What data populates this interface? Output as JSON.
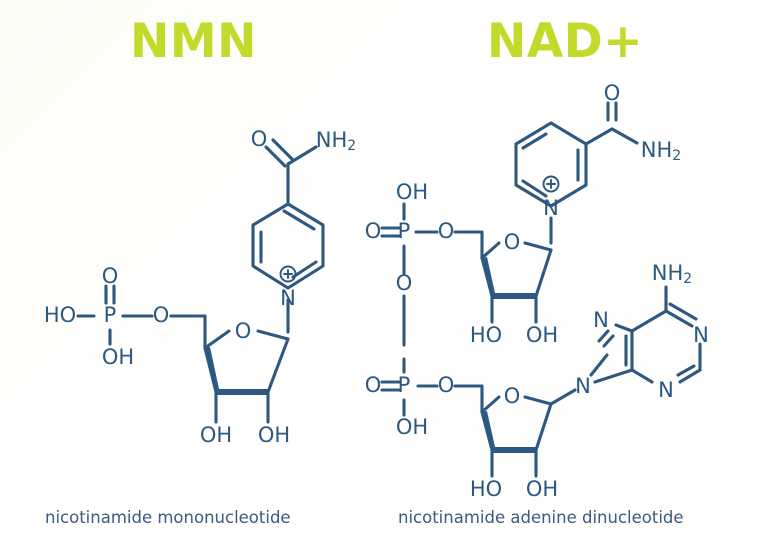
{
  "page": {
    "background_color": "#fdfefa",
    "title_color": "#c3d92b",
    "structure_color": "#2d5880",
    "caption_color": "#3d5a80"
  },
  "molecules": [
    {
      "id": "nmn",
      "title": "NMN",
      "caption": "nicotinamide mononucleotide",
      "full_name": "nicotinamide mononucleotide",
      "atom_labels": [
        "O",
        "NH",
        "2",
        "HO",
        "P",
        "O",
        "OH",
        "O",
        "N",
        "O",
        "OH",
        "OH"
      ],
      "fragments": [
        "phosphate group (HO-P(=O)(OH)-O-)",
        "ribofuranose ring with 2',3'-dihydroxyl",
        "N-linked pyridinium ring with 4-carboxamide"
      ]
    },
    {
      "id": "nad",
      "title": "NAD+",
      "caption": "nicotinamide adenine dinucleotide",
      "full_name": "nicotinamide adenine dinucleotide",
      "atom_labels": [
        "O",
        "NH",
        "2",
        "OH",
        "O",
        "P",
        "O",
        "N",
        "O",
        "HO",
        "OH",
        "O",
        "O",
        "P",
        "OH",
        "O",
        "N",
        "N",
        "N",
        "N",
        "NH",
        "2",
        "HO",
        "OH"
      ],
      "fragments": [
        "nicotinamide riboside 5'-phosphate (upper)",
        "pyrophosphate bridge (-O-P(=O)(OH)-O-P(=O)(OH)-O-)",
        "adenosine 5'-phosphate with purine base (lower)"
      ]
    }
  ],
  "labels": {
    "O": "O",
    "N": "N",
    "P": "P",
    "OH": "OH",
    "HO": "HO",
    "NH": "NH",
    "two": "2",
    "plus": "+"
  }
}
